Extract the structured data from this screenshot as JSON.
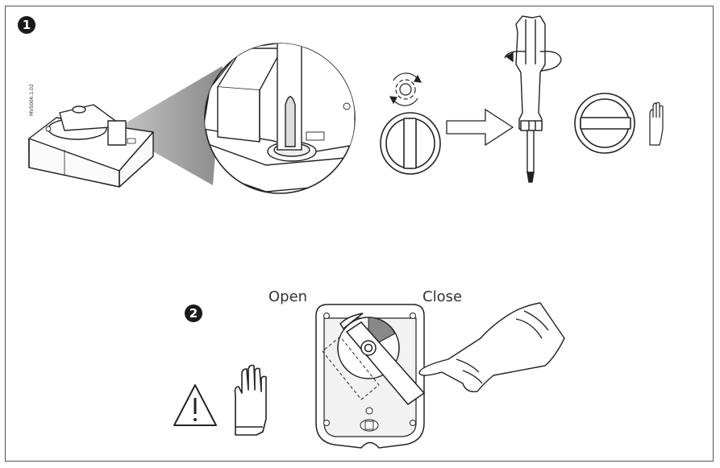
{
  "step1": {
    "number": "1",
    "code": "MVS006.1.02"
  },
  "step2": {
    "number": "2",
    "open_label": "Open",
    "close_label": "Close"
  },
  "colors": {
    "line": "#222222",
    "badge": "#1a1a1a",
    "cone": "#9a9a9a",
    "housing_fill": "#f4f4f4"
  },
  "icons": [
    "actuator-icon",
    "magnifier-icon",
    "rotation-icon",
    "slot-knob-icon",
    "arrow-right-icon",
    "screwdriver-icon",
    "hand-icon",
    "warning-icon",
    "gloved-hand-icon"
  ]
}
